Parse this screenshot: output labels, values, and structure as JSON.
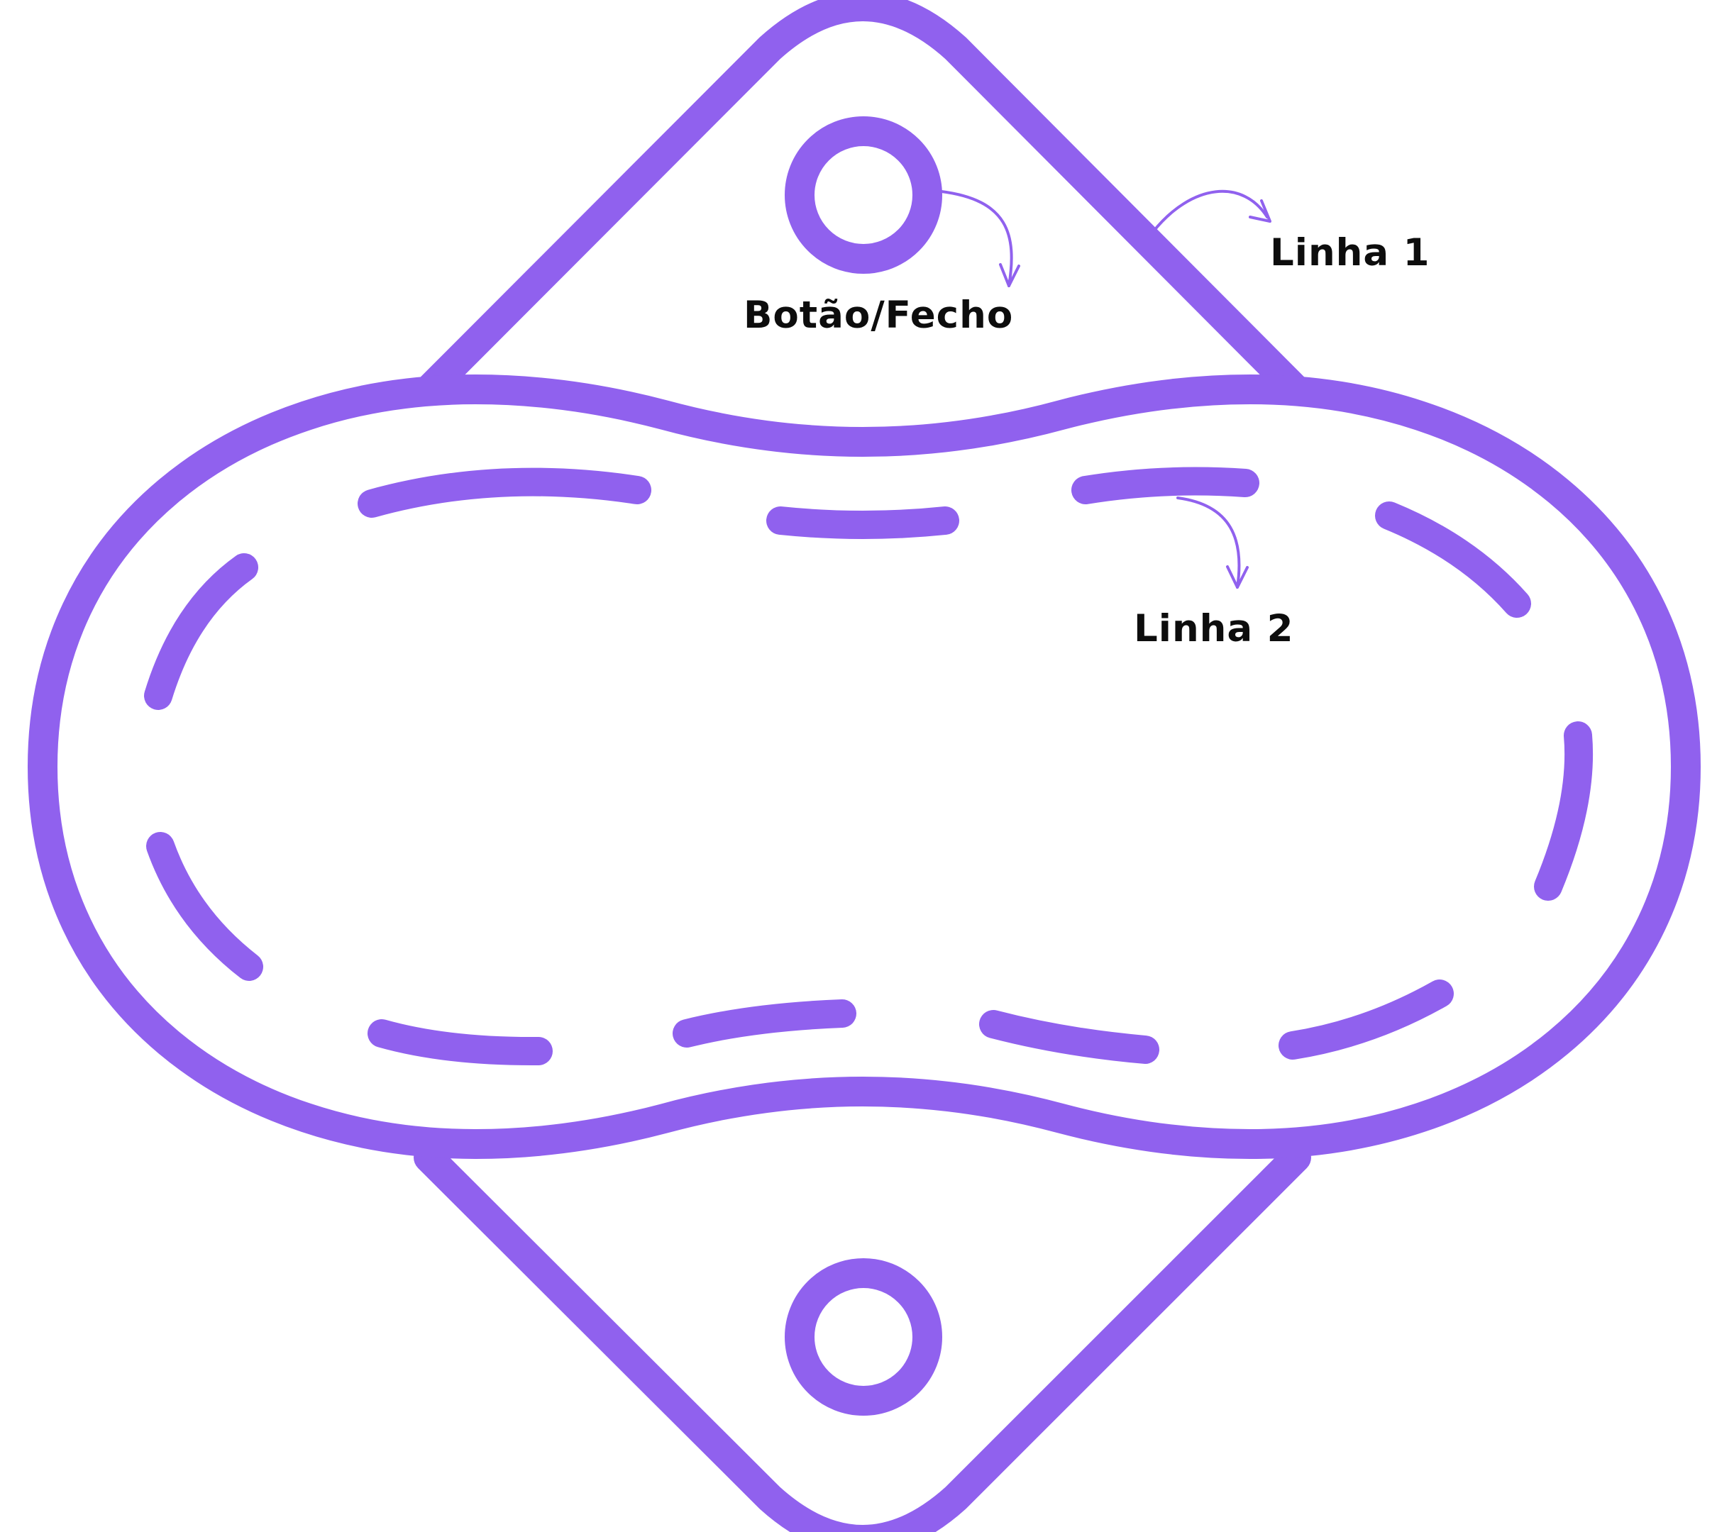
{
  "colors": {
    "stroke": "#9061EE",
    "text": "#0D0D0D",
    "background": "#FFFFFF"
  },
  "labels": {
    "button_closure": "Botão/Fecho",
    "line_1": "Linha 1",
    "line_2": "Linha 2"
  }
}
